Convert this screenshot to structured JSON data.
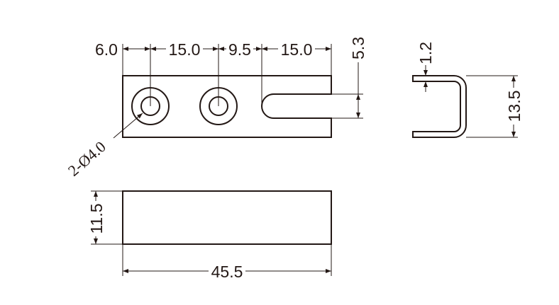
{
  "top_view": {
    "dims": {
      "d1": "6.0",
      "d2": "15.0",
      "d3": "9.5",
      "d4": "15.0",
      "slot": "5.3"
    },
    "hole_callout": "2-Ø4.0"
  },
  "side_view": {
    "thickness": "1.2",
    "height": "13.5"
  },
  "front_view": {
    "height": "11.5",
    "length": "45.5"
  },
  "colors": {
    "line": "#231815",
    "background": "#ffffff"
  }
}
